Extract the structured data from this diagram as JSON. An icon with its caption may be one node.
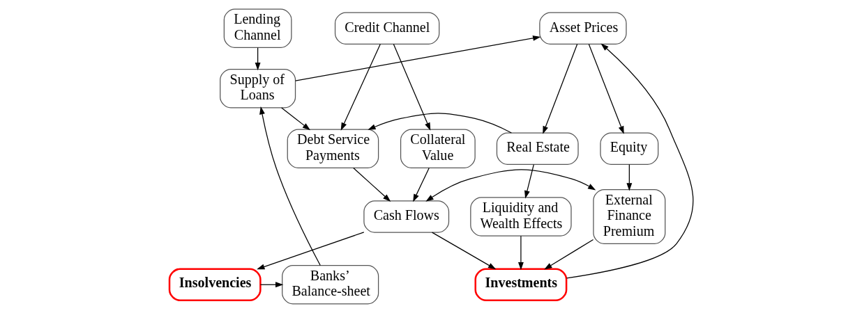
{
  "diagram": {
    "nodes": [
      {
        "text": [
          "Lending Channel"
        ]
      },
      {
        "text": [
          "Credit Channel"
        ]
      },
      {
        "text": [
          "Asset Prices"
        ]
      },
      {
        "text": [
          "Debt Service Payments"
        ]
      },
      {
        "text": [
          "Collateral Value"
        ]
      },
      {
        "text": [
          "Equity"
        ]
      },
      {
        "text": [
          "Real Estate"
        ]
      },
      {
        "text": [
          "Cash Flows"
        ]
      },
      {
        "text": [
          "External Finance Premium"
        ]
      },
      {
        "text": [
          "Liquidity and Wealth Effects"
        ]
      },
      {
        "text": [
          "Supply of Loans"
        ]
      },
      {
        "text": [
          "Banks’ Balance-sheet"
        ]
      },
      {
        "text": [
          "Insolvencies"
        ]
      },
      {
        "text": [
          "Investments"
        ]
      }
    ],
    "edges": [
      {
        "from": 0,
        "to": 10,
        "arrow": "to"
      },
      {
        "from": 10,
        "to": 3,
        "arrow": "to"
      },
      {
        "from": 11,
        "to": 10,
        "arrow": "to"
      },
      {
        "from": 12,
        "to": 11,
        "arrow": "to"
      },
      {
        "from": 1,
        "to": 3,
        "arrow": "to"
      },
      {
        "from": 1,
        "to": 4,
        "arrow": "to"
      },
      {
        "from": 4,
        "to": 7,
        "arrow": "to"
      },
      {
        "from": 3,
        "to": 7,
        "arrow": "to"
      },
      {
        "from": 7,
        "to": 12,
        "arrow": "to"
      },
      {
        "from": 7,
        "to": 8,
        "arrow": "both"
      },
      {
        "from": 7,
        "to": 13,
        "arrow": "to"
      },
      {
        "from": 2,
        "to": 5,
        "arrow": "to"
      },
      {
        "from": 2,
        "to": 6,
        "arrow": "to"
      },
      {
        "from": 6,
        "to": 3,
        "arrow": "to"
      },
      {
        "from": 5,
        "to": 8,
        "arrow": "to"
      },
      {
        "from": 6,
        "to": 9,
        "arrow": "to"
      },
      {
        "from": 8,
        "to": 13,
        "arrow": "to"
      },
      {
        "from": 9,
        "to": 13,
        "arrow": "to"
      },
      {
        "from": 13,
        "to": 2,
        "arrow": "to"
      },
      {
        "from": 10,
        "to": 2,
        "arrow": "to"
      }
    ]
  }
}
